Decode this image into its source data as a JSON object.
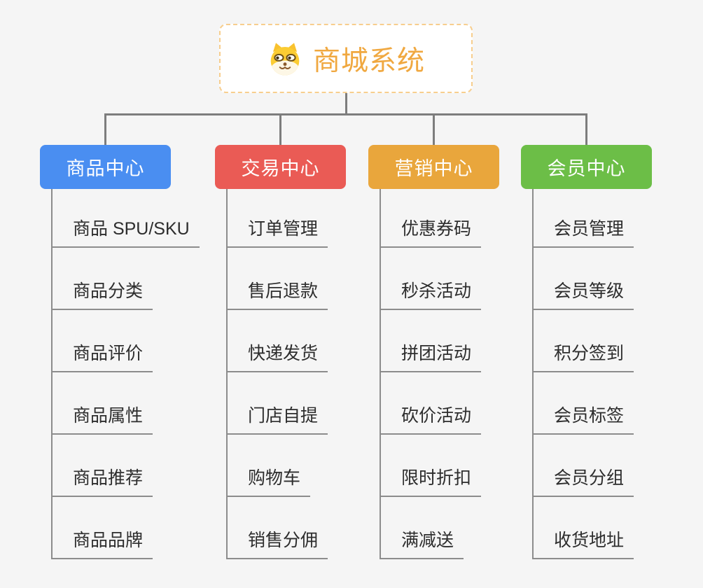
{
  "root": {
    "title": "商城系统",
    "icon": "shiba-dog-icon",
    "text_color": "#f0a840",
    "border_color": "#f7ce8e"
  },
  "connector_color": "#7d7d7d",
  "branches": [
    {
      "label": "商品中心",
      "color": "#4a8ef1",
      "items": [
        "商品 SPU/SKU",
        "商品分类",
        "商品评价",
        "商品属性",
        "商品推荐",
        "商品品牌"
      ]
    },
    {
      "label": "交易中心",
      "color": "#ea5b55",
      "items": [
        "订单管理",
        "售后退款",
        "快递发货",
        "门店自提",
        "购物车",
        "销售分佣"
      ]
    },
    {
      "label": "营销中心",
      "color": "#e9a63c",
      "items": [
        "优惠券码",
        "秒杀活动",
        "拼团活动",
        "砍价活动",
        "限时折扣",
        "满减送"
      ]
    },
    {
      "label": "会员中心",
      "color": "#6cbe47",
      "items": [
        "会员管理",
        "会员等级",
        "积分签到",
        "会员标签",
        "会员分组",
        "收货地址"
      ]
    }
  ]
}
